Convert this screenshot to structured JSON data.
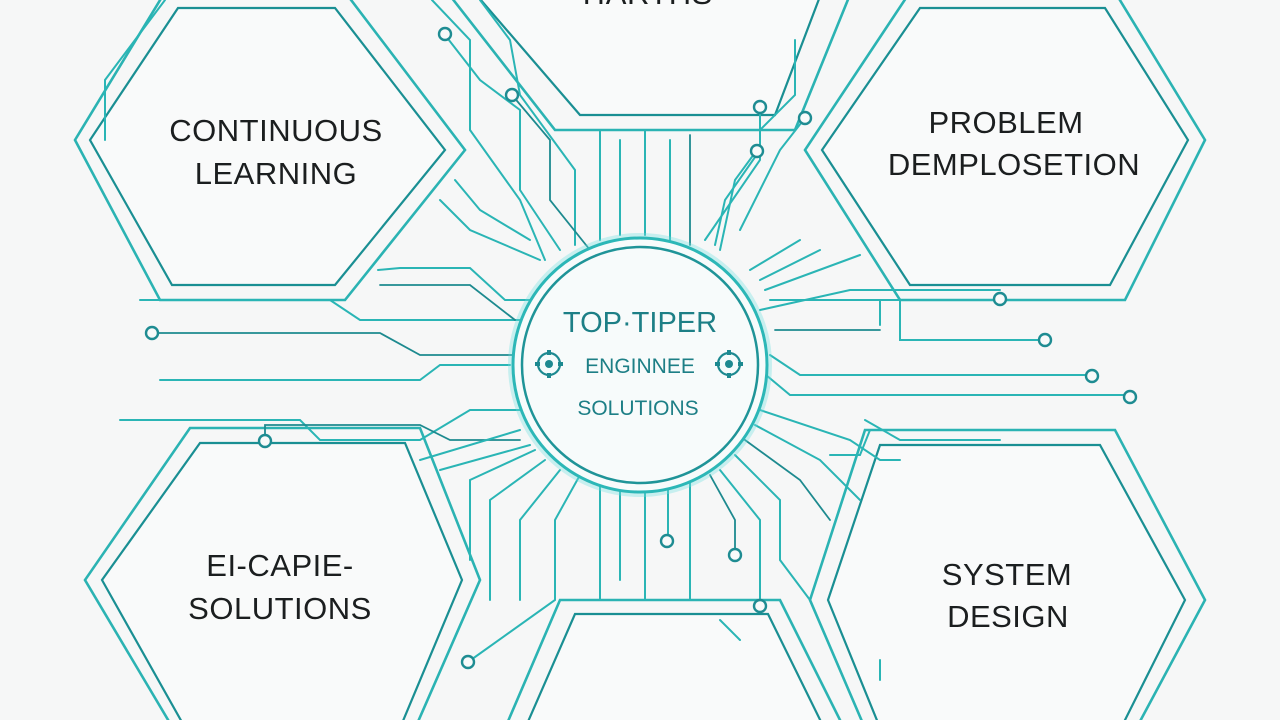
{
  "hub": {
    "title": "TOP·TIPER",
    "line2": "ENGINNEE",
    "line3": "SOLUTIONS"
  },
  "hexagons": {
    "top_center": "TIARTHS",
    "top_left_line1": "CONTINUOUS",
    "top_left_line2": "LEARNING",
    "top_right_line1": "PROBLEM",
    "top_right_line2": "DEMPLOSETION",
    "bottom_left_line1": "EI-CAPIE-",
    "bottom_left_line2": "SOLUTIONS",
    "bottom_right_line1": "SYSTEM",
    "bottom_right_line2": "DESIGN"
  },
  "icons": [
    "gear-icon",
    "gear-icon"
  ],
  "colors": {
    "accent": "#2bb3b3",
    "dark_accent": "#1d8a8f",
    "hub_text": "#1d7f86",
    "label_text": "#1b1e1f",
    "background": "#f6f7f7"
  }
}
